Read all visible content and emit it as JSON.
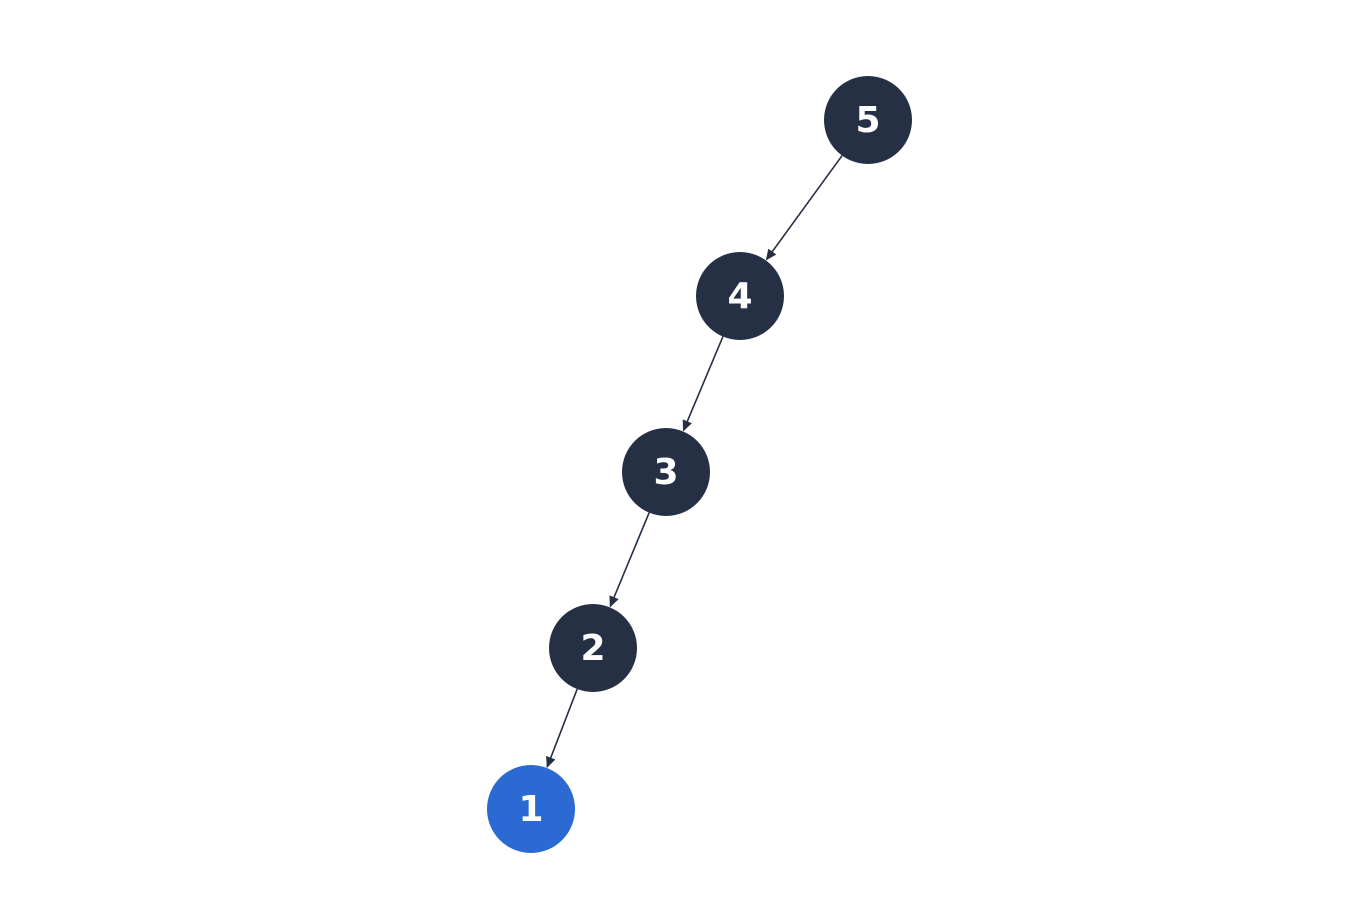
{
  "colors": {
    "node_default": "#253045",
    "node_highlight": "#2a6ad2",
    "edge": "#253045",
    "label": "#ffffff",
    "background": "#ffffff"
  },
  "nodes": [
    {
      "id": "n5",
      "label": "5",
      "highlight": false
    },
    {
      "id": "n4",
      "label": "4",
      "highlight": false
    },
    {
      "id": "n3",
      "label": "3",
      "highlight": false
    },
    {
      "id": "n2",
      "label": "2",
      "highlight": false
    },
    {
      "id": "n1",
      "label": "1",
      "highlight": true
    }
  ],
  "edges": [
    {
      "from": "n5",
      "to": "n4"
    },
    {
      "from": "n4",
      "to": "n3"
    },
    {
      "from": "n3",
      "to": "n2"
    },
    {
      "from": "n2",
      "to": "n1"
    }
  ]
}
